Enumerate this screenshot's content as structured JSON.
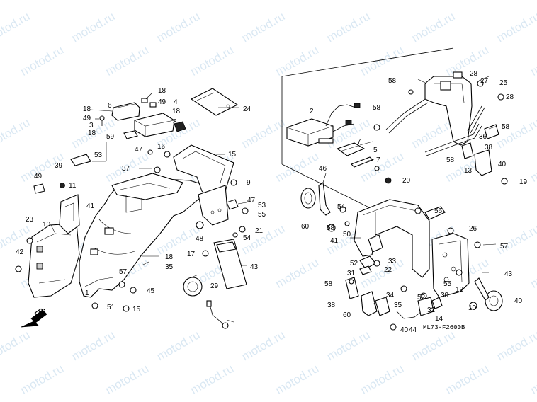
{
  "watermark": "motod.ru",
  "diagram_code": "ML73-F2600B",
  "direction_label": "FR-",
  "callouts": [
    {
      "id": "c18a",
      "text": "18"
    },
    {
      "id": "c4",
      "text": "4"
    },
    {
      "id": "c49a",
      "text": "49"
    },
    {
      "id": "c6",
      "text": "6"
    },
    {
      "id": "c18b",
      "text": "18"
    },
    {
      "id": "c18c",
      "text": "18"
    },
    {
      "id": "c49b",
      "text": "49"
    },
    {
      "id": "c3",
      "text": "3"
    },
    {
      "id": "c8",
      "text": "8"
    },
    {
      "id": "c18d",
      "text": "18"
    },
    {
      "id": "c59",
      "text": "59"
    },
    {
      "id": "c2",
      "text": "2"
    },
    {
      "id": "c24",
      "text": "24"
    },
    {
      "id": "c58a",
      "text": "58"
    },
    {
      "id": "c28a",
      "text": "28"
    },
    {
      "id": "c27",
      "text": "27"
    },
    {
      "id": "c25",
      "text": "25"
    },
    {
      "id": "c28b",
      "text": "28"
    },
    {
      "id": "c58b",
      "text": "58"
    },
    {
      "id": "c58c",
      "text": "58"
    },
    {
      "id": "c7a",
      "text": "7"
    },
    {
      "id": "c5",
      "text": "5"
    },
    {
      "id": "c7b",
      "text": "7"
    },
    {
      "id": "c36",
      "text": "36"
    },
    {
      "id": "c38a",
      "text": "38"
    },
    {
      "id": "c39",
      "text": "39"
    },
    {
      "id": "c53a",
      "text": "53"
    },
    {
      "id": "c47a",
      "text": "47"
    },
    {
      "id": "c16",
      "text": "16"
    },
    {
      "id": "c15a",
      "text": "15"
    },
    {
      "id": "c58d",
      "text": "58"
    },
    {
      "id": "c13",
      "text": "13"
    },
    {
      "id": "c40a",
      "text": "40"
    },
    {
      "id": "c19",
      "text": "19"
    },
    {
      "id": "c37",
      "text": "37"
    },
    {
      "id": "c49c",
      "text": "49"
    },
    {
      "id": "c11",
      "text": "11"
    },
    {
      "id": "c46",
      "text": "46"
    },
    {
      "id": "c9",
      "text": "9"
    },
    {
      "id": "c47b",
      "text": "47"
    },
    {
      "id": "c53b",
      "text": "53"
    },
    {
      "id": "c55a",
      "text": "55"
    },
    {
      "id": "c20",
      "text": "20"
    },
    {
      "id": "c41a",
      "text": "41"
    },
    {
      "id": "c54a",
      "text": "54"
    },
    {
      "id": "c56",
      "text": "56"
    },
    {
      "id": "c23",
      "text": "23"
    },
    {
      "id": "c10a",
      "text": "10"
    },
    {
      "id": "c60a",
      "text": "60"
    },
    {
      "id": "c58e",
      "text": "58"
    },
    {
      "id": "c50",
      "text": "50"
    },
    {
      "id": "c48",
      "text": "48"
    },
    {
      "id": "c21",
      "text": "21"
    },
    {
      "id": "c54b",
      "text": "54"
    },
    {
      "id": "c26",
      "text": "26"
    },
    {
      "id": "c41b",
      "text": "41"
    },
    {
      "id": "c57a",
      "text": "57"
    },
    {
      "id": "c42",
      "text": "42"
    },
    {
      "id": "c17",
      "text": "17"
    },
    {
      "id": "c18e",
      "text": "18"
    },
    {
      "id": "c35a",
      "text": "35"
    },
    {
      "id": "c52a",
      "text": "52"
    },
    {
      "id": "c33",
      "text": "33"
    },
    {
      "id": "c31",
      "text": "31"
    },
    {
      "id": "c22",
      "text": "22"
    },
    {
      "id": "c43a",
      "text": "43"
    },
    {
      "id": "c57b",
      "text": "57"
    },
    {
      "id": "c45",
      "text": "45"
    },
    {
      "id": "c29",
      "text": "29"
    },
    {
      "id": "c58f",
      "text": "58"
    },
    {
      "id": "c34",
      "text": "34"
    },
    {
      "id": "c52b",
      "text": "52"
    },
    {
      "id": "c55b",
      "text": "55"
    },
    {
      "id": "c12",
      "text": "12"
    },
    {
      "id": "c43b",
      "text": "43"
    },
    {
      "id": "c1",
      "text": "1"
    },
    {
      "id": "c51",
      "text": "51"
    },
    {
      "id": "c15b",
      "text": "15"
    },
    {
      "id": "c38b",
      "text": "38"
    },
    {
      "id": "c35b",
      "text": "35"
    },
    {
      "id": "c32",
      "text": "32"
    },
    {
      "id": "c30",
      "text": "30"
    },
    {
      "id": "c14",
      "text": "14"
    },
    {
      "id": "c60b",
      "text": "60"
    },
    {
      "id": "c10b",
      "text": "10"
    },
    {
      "id": "c40b",
      "text": "40"
    },
    {
      "id": "c40c",
      "text": "40"
    },
    {
      "id": "c44",
      "text": "44"
    }
  ]
}
